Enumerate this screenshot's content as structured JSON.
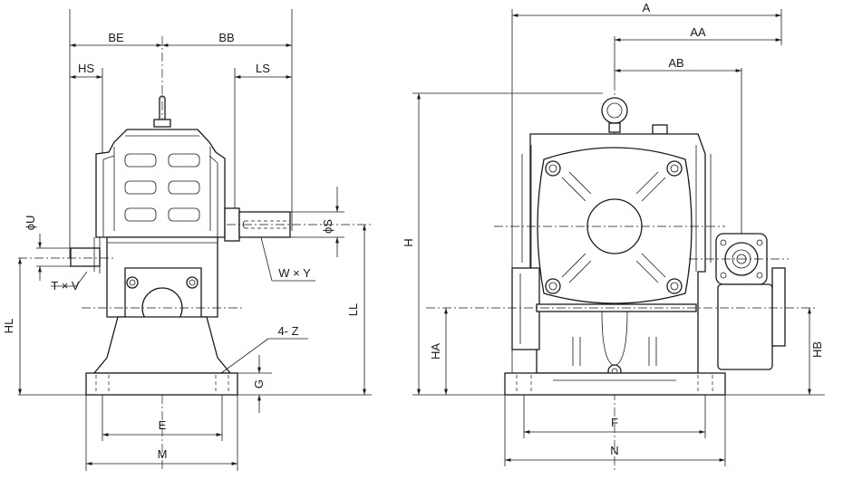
{
  "labels": {
    "be": "BE",
    "bb": "BB",
    "hs": "HS",
    "ls": "LS",
    "phi_u": "ϕU",
    "phi_s": "ϕS",
    "t_v": "T × V",
    "w_y": "W × Y",
    "four_z": "4- Z",
    "hl": "HL",
    "ll": "LL",
    "g": "G",
    "e": "E",
    "m": "M",
    "a": "A",
    "aa": "AA",
    "ab": "AB",
    "h": "H",
    "ha": "HA",
    "hb": "HB",
    "f": "F",
    "n": "N"
  }
}
